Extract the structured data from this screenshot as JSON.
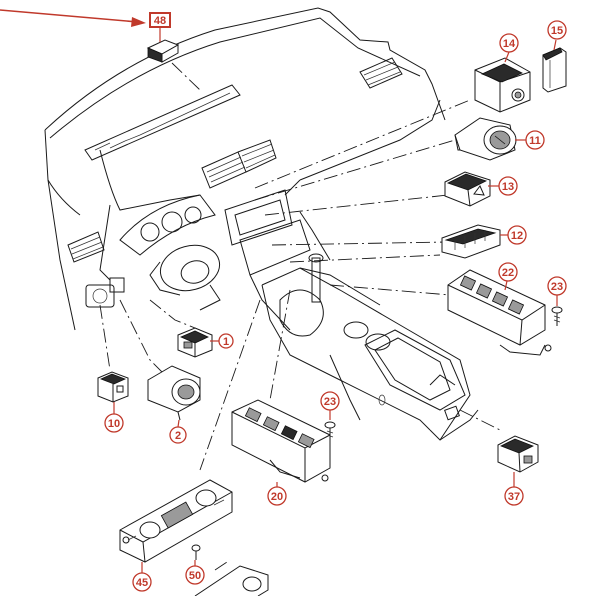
{
  "diagram": {
    "callouts": [
      {
        "id": "c48",
        "label": "48",
        "boxed": true
      },
      {
        "id": "c15",
        "label": "15"
      },
      {
        "id": "c14",
        "label": "14"
      },
      {
        "id": "c11",
        "label": "11"
      },
      {
        "id": "c13",
        "label": "13"
      },
      {
        "id": "c12",
        "label": "12"
      },
      {
        "id": "c22",
        "label": "22"
      },
      {
        "id": "c23a",
        "label": "23"
      },
      {
        "id": "c1",
        "label": "1"
      },
      {
        "id": "c10",
        "label": "10"
      },
      {
        "id": "c2",
        "label": "2"
      },
      {
        "id": "c23b",
        "label": "23"
      },
      {
        "id": "c20",
        "label": "20"
      },
      {
        "id": "c37",
        "label": "37"
      },
      {
        "id": "c45",
        "label": "45"
      },
      {
        "id": "c50",
        "label": "50"
      }
    ]
  },
  "colors": {
    "callout": "#c0392b",
    "lineart": "#1a1a1a",
    "background": "#ffffff"
  }
}
